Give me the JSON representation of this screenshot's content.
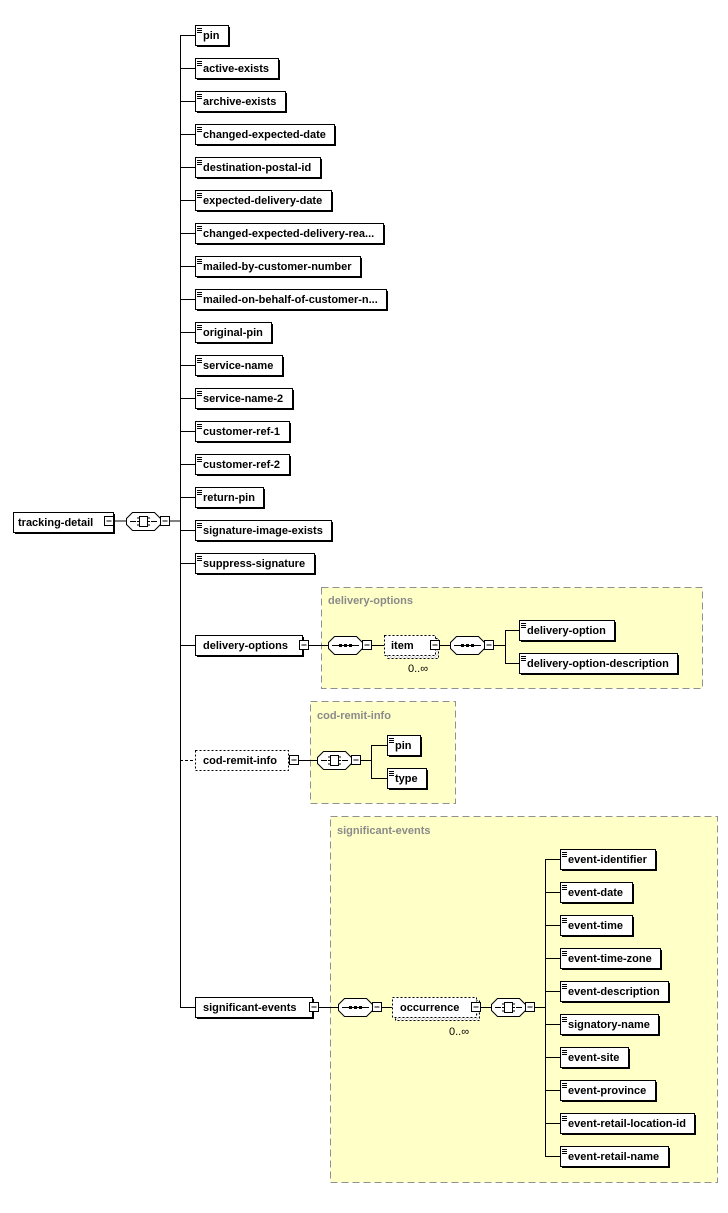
{
  "root": {
    "name": "tracking-detail"
  },
  "children": [
    "pin",
    "active-exists",
    "archive-exists",
    "changed-expected-date",
    "destination-postal-id",
    "expected-delivery-date",
    "changed-expected-delivery-rea...",
    "mailed-by-customer-number",
    "mailed-on-behalf-of-customer-n...",
    "original-pin",
    "service-name",
    "service-name-2",
    "customer-ref-1",
    "customer-ref-2",
    "return-pin",
    "signature-image-exists",
    "suppress-signature"
  ],
  "delivery_options": {
    "element": "delivery-options",
    "group_label": "delivery-options",
    "item": "item",
    "item_occurrence": "0..∞",
    "children": [
      "delivery-option",
      "delivery-option-description"
    ]
  },
  "cod_remit_info": {
    "element": "cod-remit-info",
    "group_label": "cod-remit-info",
    "children": [
      "pin",
      "type"
    ]
  },
  "significant_events": {
    "element": "significant-events",
    "group_label": "significant-events",
    "item": "occurrence",
    "item_occurrence": "0..∞",
    "children": [
      "event-identifier",
      "event-date",
      "event-time",
      "event-time-zone",
      "event-description",
      "signatory-name",
      "event-site",
      "event-province",
      "event-retail-location-id",
      "event-retail-name"
    ]
  }
}
